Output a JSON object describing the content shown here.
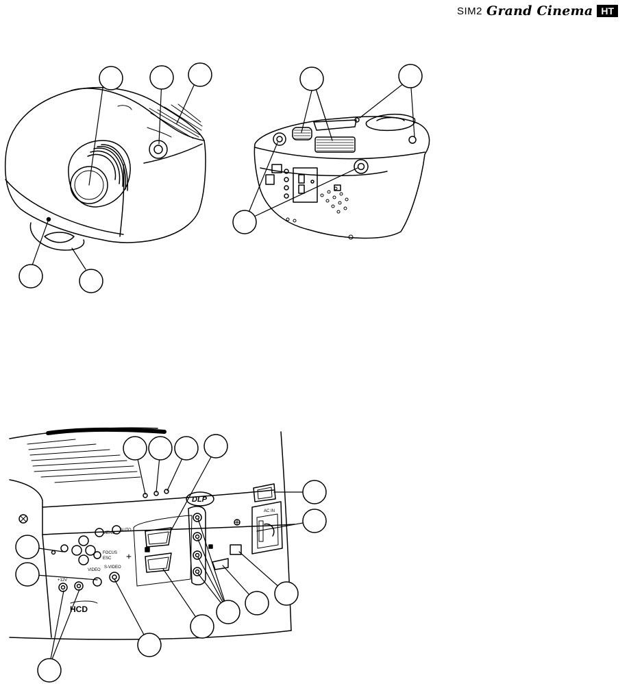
{
  "brand": {
    "sim": "SIM2",
    "grand_cinema": "Grand Cinema",
    "ht": "HT"
  },
  "panel_labels": {
    "menu": "MENU",
    "auto": "AUTO",
    "focus": "FOCUS",
    "esc": "ESC",
    "video": "VIDEO",
    "s_video": "S-VIDEO",
    "v12": "+12V",
    "dlp": "DLP",
    "ac_in": "AC IN",
    "hcd": "HCD"
  },
  "icons": [
    "callout-circle",
    "lens",
    "vent-grille",
    "speaker-grille",
    "connector-port"
  ]
}
